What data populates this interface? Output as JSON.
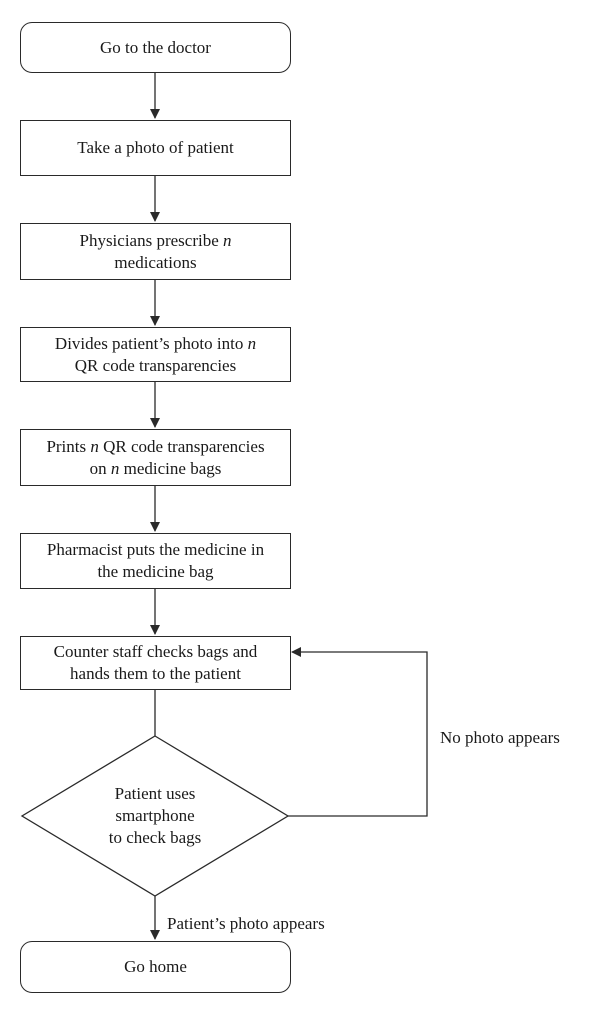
{
  "steps": {
    "go_to_doctor": "Go to the doctor",
    "take_photo": "Take a photo of patient",
    "prescribe": {
      "pre": "Physicians prescribe ",
      "var": "n",
      "line2": "medications"
    },
    "divide": {
      "pre": "Divides patient’s photo into ",
      "var": "n",
      "line2": "QR code transparencies"
    },
    "prints": {
      "pre": "Prints ",
      "var1": "n",
      "mid": " QR code transparencies",
      "line2_var": "on ",
      "var2": "n",
      "post": " medicine bags"
    },
    "pharmacist": {
      "line1": "Pharmacist puts the medicine in",
      "line2": "the medicine bag"
    },
    "counter": {
      "line1": "Counter staff checks bags and",
      "line2": "hands them to the patient"
    },
    "decision": {
      "line1": "Patient uses",
      "line2": "smartphone",
      "line3": "to check bags"
    },
    "go_home": "Go home"
  },
  "edges": {
    "no_photo": "No photo appears",
    "photo_appears": "Patient’s photo appears"
  }
}
